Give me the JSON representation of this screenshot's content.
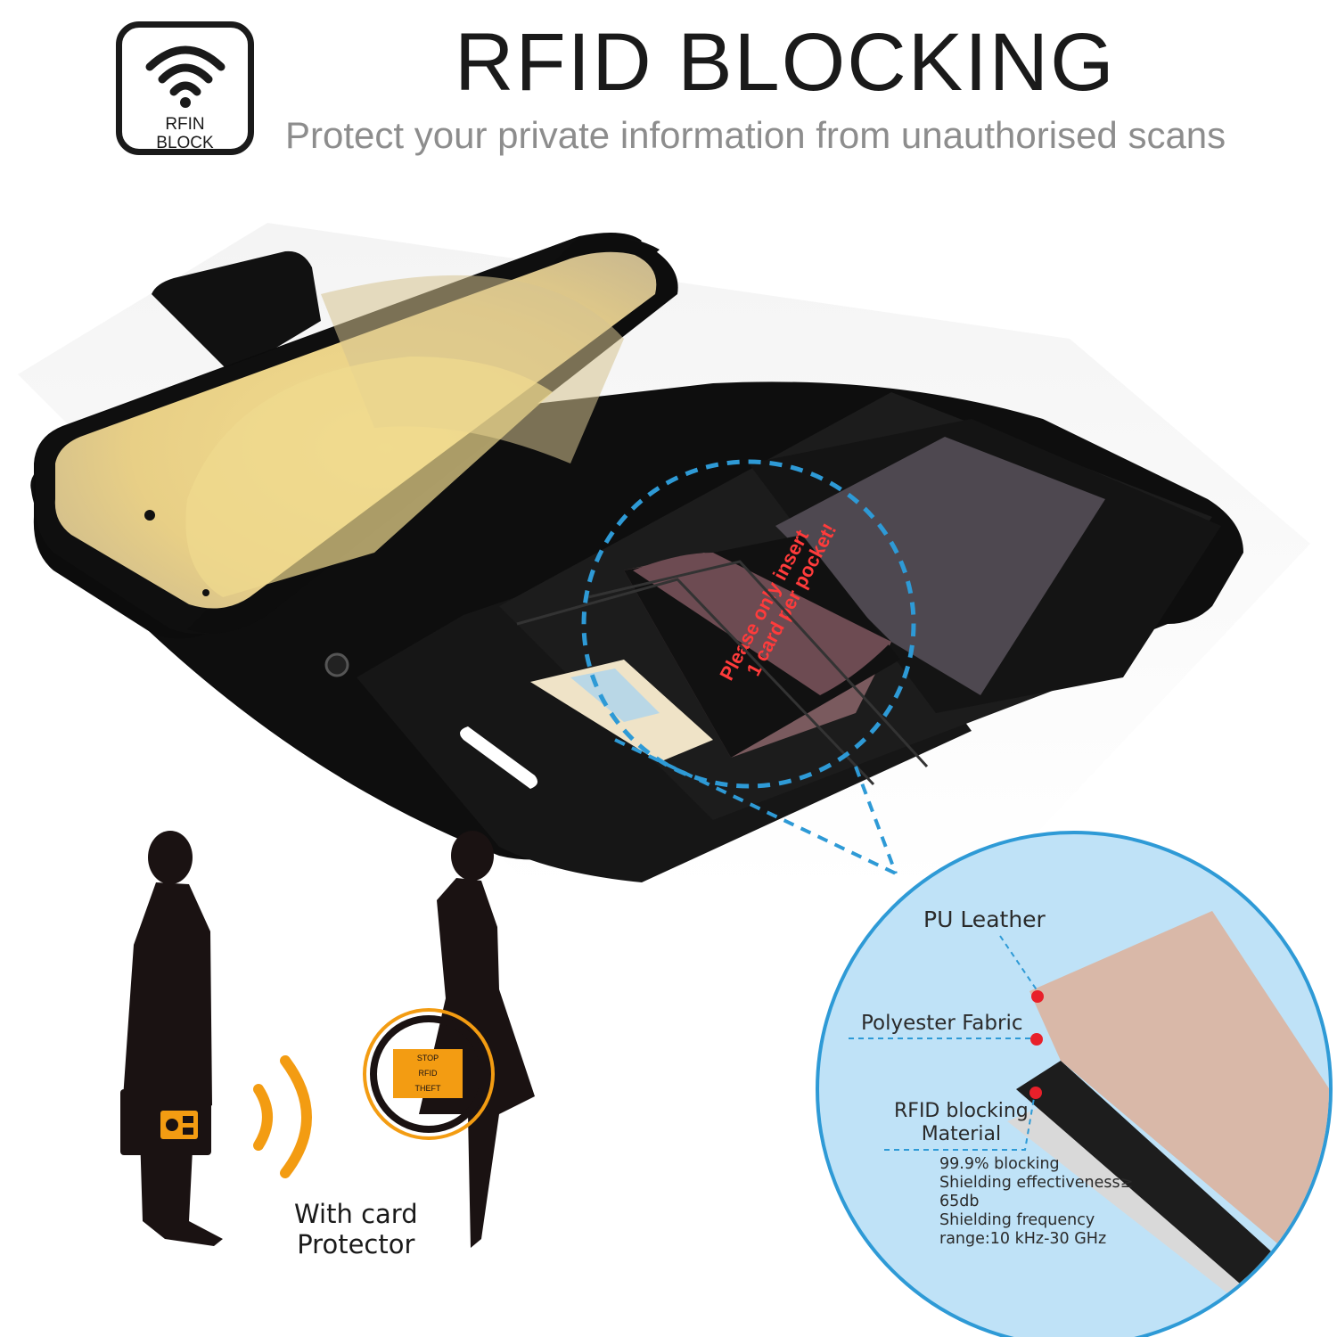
{
  "header": {
    "badge_line1": "RFIN",
    "badge_line2": "BLOCK",
    "title": "RFID BLOCKING",
    "subtitle": "Protect your private information from unauthorised scans"
  },
  "product": {
    "card_text_line1": "Please only insert",
    "card_text_line2": "1 card per pocket!"
  },
  "layers": {
    "pu_leather": "PU Leather",
    "polyester": "Polyester Fabric",
    "rfid_line1": "RFID blocking",
    "rfid_line2": "Material",
    "specs": [
      "99.9% blocking",
      "Shielding effectiveness≥",
      "65db",
      "Shielding frequency",
      "range:10 kHz-30 GHz"
    ]
  },
  "illustration": {
    "stop_line1": "STOP",
    "stop_line2": "RFID",
    "stop_line3": "THEFT",
    "card_label_line1": "With card",
    "card_label_line2": "Protector"
  },
  "colors": {
    "accent_blue": "#2e9ad6",
    "orange": "#f39c12",
    "circle_fill": "#bfe2f7",
    "leather_tan": "#d9b8a8",
    "marker_red": "#e8202a"
  }
}
